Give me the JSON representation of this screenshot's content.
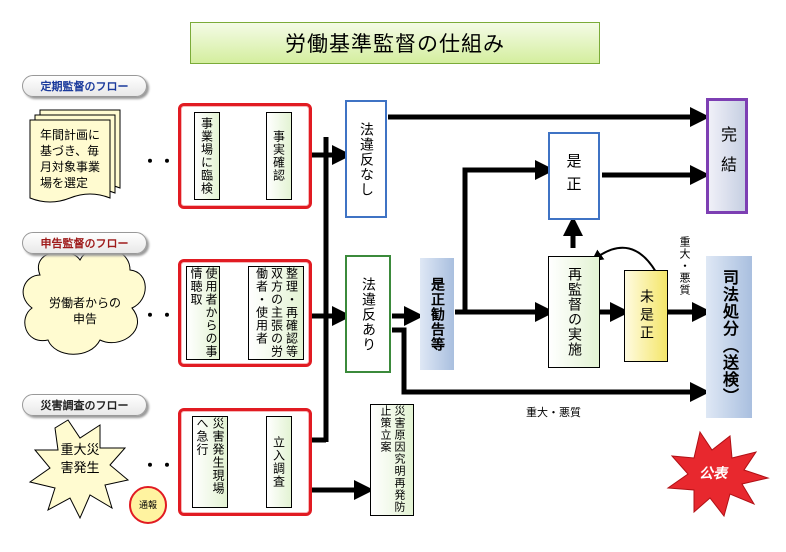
{
  "title": "労働基準監督の仕組み",
  "flows": {
    "periodic": {
      "label": "定期監督のフロー",
      "source": "年間計画に基づき、毎月対象事業場を選定",
      "step1": "事業場に臨検",
      "step2": "事実確認"
    },
    "complaint": {
      "label": "申告監督のフロー",
      "source": "労働者からの申告",
      "step1": "使用者からの事情聴取",
      "step2": "整理・再確認等双方の主張の労働者・使用者"
    },
    "disaster": {
      "label": "災害調査のフロー",
      "source": "重大災害発生",
      "notify": "通報",
      "step1": "災害発生現場へ急行",
      "step2": "立入調査"
    }
  },
  "dots": "・・・",
  "outcomes": {
    "no_violation": "法違反なし",
    "violation": "法違反あり",
    "correction_advice": "是正勧告等",
    "corrected": "是正",
    "reinspection": "再監督の実施",
    "not_corrected": "未是正",
    "completed": "完結",
    "prosecution": "司法処分（送検）",
    "cause_investigation": "災害原因究明再発防止策立案",
    "serious_bad_1": "重大・悪質",
    "serious_bad_2": "重大・悪質",
    "publicize": "公表"
  },
  "colors": {
    "red_frame": "#e11b22",
    "blue_frame": "#3f73c4",
    "purple_frame": "#7d3fb3",
    "green_frame": "#3b8a3b",
    "burst": "#e8282e"
  }
}
